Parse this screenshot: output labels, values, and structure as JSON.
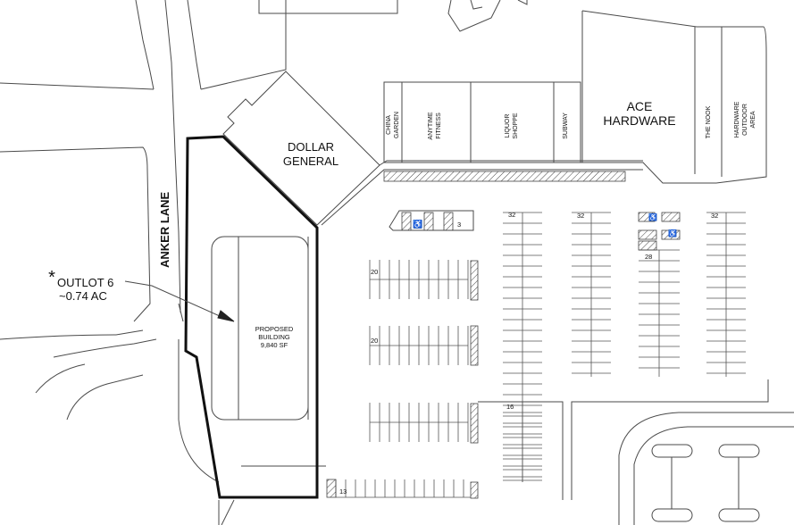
{
  "road": {
    "name": "ANKER LANE"
  },
  "outlot": {
    "marker": "*",
    "name": "OUTLOT 6",
    "area": "~0.74 AC"
  },
  "proposed_building": {
    "line1": "PROPOSED",
    "line2": "BUILDING",
    "size": "9,840 SF"
  },
  "anchors": {
    "dollar_general": {
      "line1": "DOLLAR",
      "line2": "GENERAL"
    },
    "ace_hardware": {
      "line1": "ACE",
      "line2": "HARDWARE"
    }
  },
  "tenants": {
    "china_garden": {
      "line1": "CHINA",
      "line2": "GARDEN"
    },
    "anytime_fitness": {
      "line1": "ANYTIME",
      "line2": "FITNESS"
    },
    "liquor_shoppe": {
      "line1": "LIQUOR",
      "line2": "SHOPPE"
    },
    "subway": {
      "line1": "SUBWAY"
    },
    "the_nook": {
      "line1": "THE NOOK"
    },
    "hardware_outdoor_area": {
      "line1": "HARDWARE",
      "line2": "OUTDOOR",
      "line3": "AREA"
    }
  },
  "parking_counts": {
    "accessible_island": "3",
    "row_a": "32",
    "row_b": "32",
    "accessible_row": "28",
    "row_c": "32",
    "west_row_1": "20",
    "west_row_2": "20",
    "central_row": "16",
    "south_row": "13"
  },
  "icons": {
    "accessible_parking": "wheelchair-icon"
  }
}
